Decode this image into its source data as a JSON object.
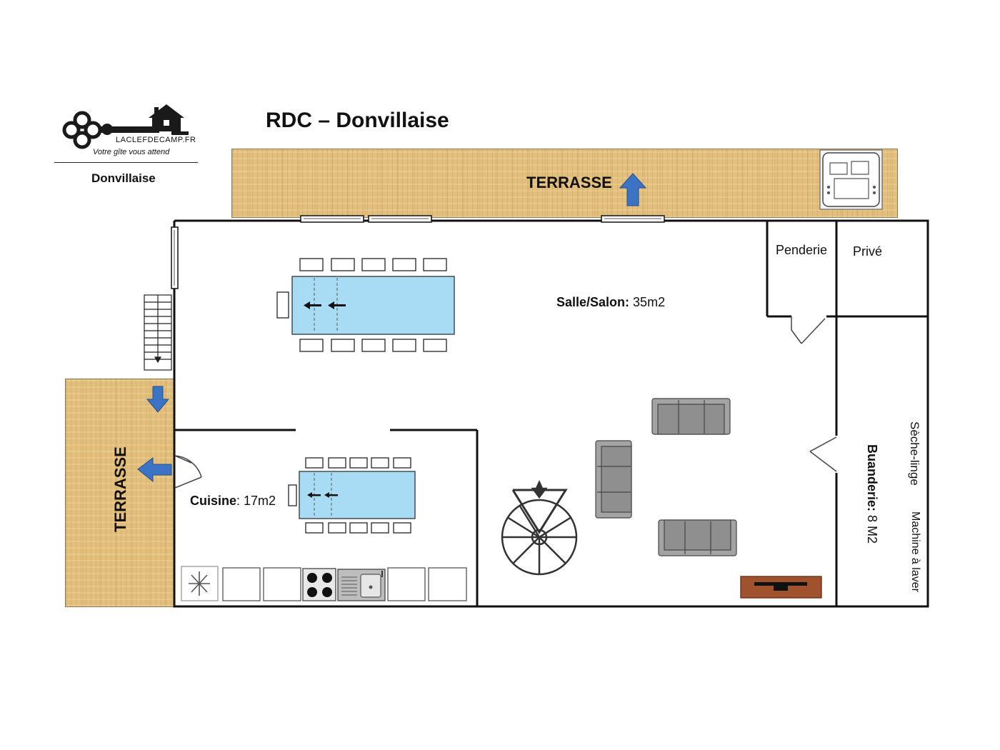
{
  "title": "RDC – Donvillaise",
  "logo": {
    "brand": "LACLEFDECAMP.FR",
    "tagline": "Votre gîte vous attend",
    "caption": "Donvillaise"
  },
  "terraces": {
    "top_label": "TERRASSE",
    "left_label": "TERRASSE"
  },
  "rooms": {
    "salle": {
      "name": "Salle/Salon:",
      "area": " 35m2"
    },
    "cuisine": {
      "name": "Cuisine",
      "area": ": 17m2"
    },
    "penderie": {
      "name": "Penderie"
    },
    "prive": {
      "name": "Privé"
    },
    "buanderie": {
      "name": "Buanderie:",
      "area": " 8 M2"
    },
    "seche_linge": {
      "name": "Sèche-linge"
    },
    "machine": {
      "name": "Machine à laver"
    }
  },
  "colors": {
    "wall": "#111111",
    "table": "#a8dcf5",
    "arrow": "#3b74c4",
    "wood": "#e2bf7c",
    "sofa": "#9a9a9a",
    "tv_cabinet": "#a0522d"
  },
  "icons": [
    "key-icon",
    "house-icon",
    "jacuzzi-icon",
    "staircase-icon",
    "spiral-staircase-icon",
    "fridge-icon",
    "stove-icon",
    "sink-icon",
    "sofa-icon",
    "tv-cabinet-icon",
    "arrow-icon",
    "door-icon",
    "window-icon"
  ]
}
